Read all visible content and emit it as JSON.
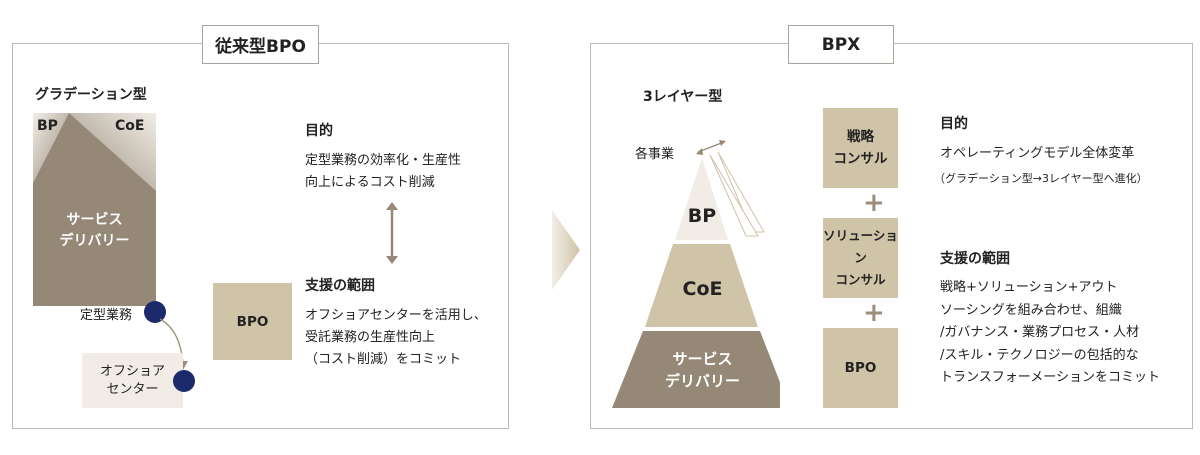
{
  "left": {
    "title": "従来型BPO",
    "model_label": "グラデーション型",
    "grad_labels": {
      "bp": "BP",
      "coe": "CoE",
      "service1": "サービス",
      "service2": "デリバリー"
    },
    "routine": "定型業務",
    "offshore1": "オフショア",
    "offshore2": "センター",
    "bpo_box": "BPO",
    "purpose_heading": "目的",
    "purpose_lines": [
      "定型業務の効率化・生産性",
      "向上によるコスト削減"
    ],
    "scope_heading": "支援の範囲",
    "scope_lines": [
      "オフショアセンターを活用し、",
      "受託業務の生産性向上",
      "（コスト削減）をコミット"
    ]
  },
  "right": {
    "title": "BPX",
    "model_label": "3レイヤー型",
    "each_business": "各事業",
    "pyramid": {
      "bp": "BP",
      "coe": "CoE",
      "service1": "サービス",
      "service2": "デリバリー"
    },
    "boxes": [
      [
        "戦略",
        "コンサル"
      ],
      [
        "ソリューション",
        "コンサル"
      ],
      [
        "BPO"
      ]
    ],
    "plus": "+",
    "purpose_heading": "目的",
    "purpose_line": "オペレーティングモデル全体変革",
    "purpose_note": "（グラデーション型→3レイヤー型へ進化）",
    "scope_heading": "支援の範囲",
    "scope_lines": [
      "戦略+ソリューション+アウト",
      "ソーシングを組み合わせ、組織",
      "/ガバナンス・業務プロセス・人材",
      "/スキル・テクノロジーの包括的な",
      "トランスフォーメーションをコミット"
    ]
  },
  "colors": {
    "tan": "#cfc3a8",
    "dark": "#958877",
    "light": "#f1ede6",
    "navy": "#1c2a6b"
  }
}
